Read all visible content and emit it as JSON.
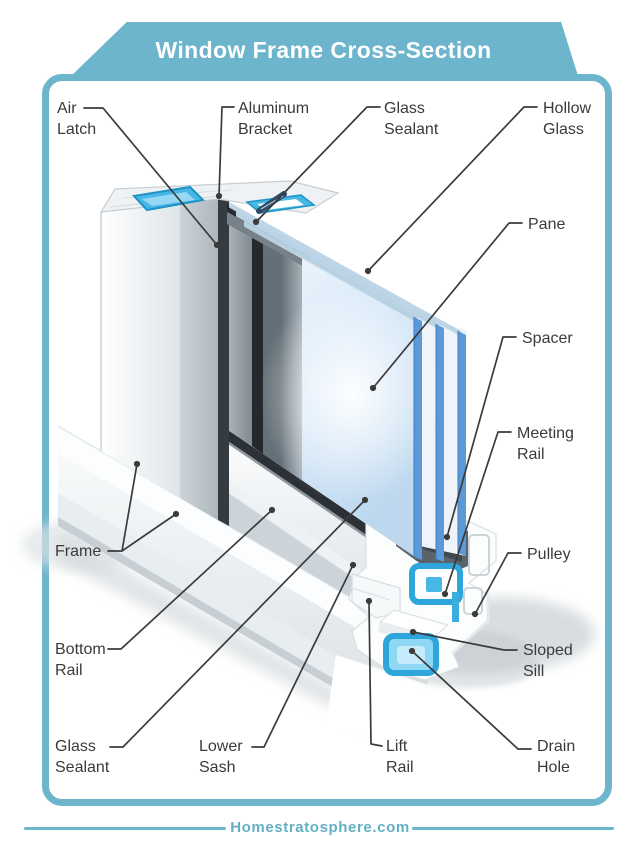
{
  "banner": {
    "title": "Window Frame Cross-Section"
  },
  "labels": {
    "air_latch": {
      "line1": "Air",
      "line2": "Latch"
    },
    "aluminum_bracket": {
      "line1": "Aluminum",
      "line2": "Bracket"
    },
    "glass_sealant_top": {
      "line1": "Glass",
      "line2": "Sealant"
    },
    "hollow_glass": {
      "line1": "Hollow",
      "line2": "Glass"
    },
    "pane": {
      "line1": "Pane"
    },
    "spacer": {
      "line1": "Spacer"
    },
    "meeting_rail": {
      "line1": "Meeting",
      "line2": "Rail"
    },
    "frame": {
      "line1": "Frame"
    },
    "pulley": {
      "line1": "Pulley"
    },
    "bottom_rail": {
      "line1": "Bottom",
      "line2": "Rail"
    },
    "sloped_sill": {
      "line1": "Sloped",
      "line2": "Sill"
    },
    "glass_sealant_bottom": {
      "line1": "Glass",
      "line2": "Sealant"
    },
    "lower_sash": {
      "line1": "Lower",
      "line2": "Sash"
    },
    "lift_rail": {
      "line1": "Lift",
      "line2": "Rail"
    },
    "drain_hole": {
      "line1": "Drain",
      "line2": "Hole"
    }
  },
  "footer": {
    "site": "Homestratosphere.com"
  },
  "colors": {
    "accent_teal": "#6db5cc",
    "footer_text": "#64afc6",
    "label_text": "#3a3a3a",
    "leader_line": "#3b3b3b",
    "cavity_blue": "#47b8e6",
    "cavity_blue_stroke": "#2ea6db",
    "glass_face_blue": "#cfe4f6",
    "glass_edge_blue": "#5b9ad8",
    "gasket_dark": "#2b3137",
    "pvc_white": "#fcfdfd"
  }
}
